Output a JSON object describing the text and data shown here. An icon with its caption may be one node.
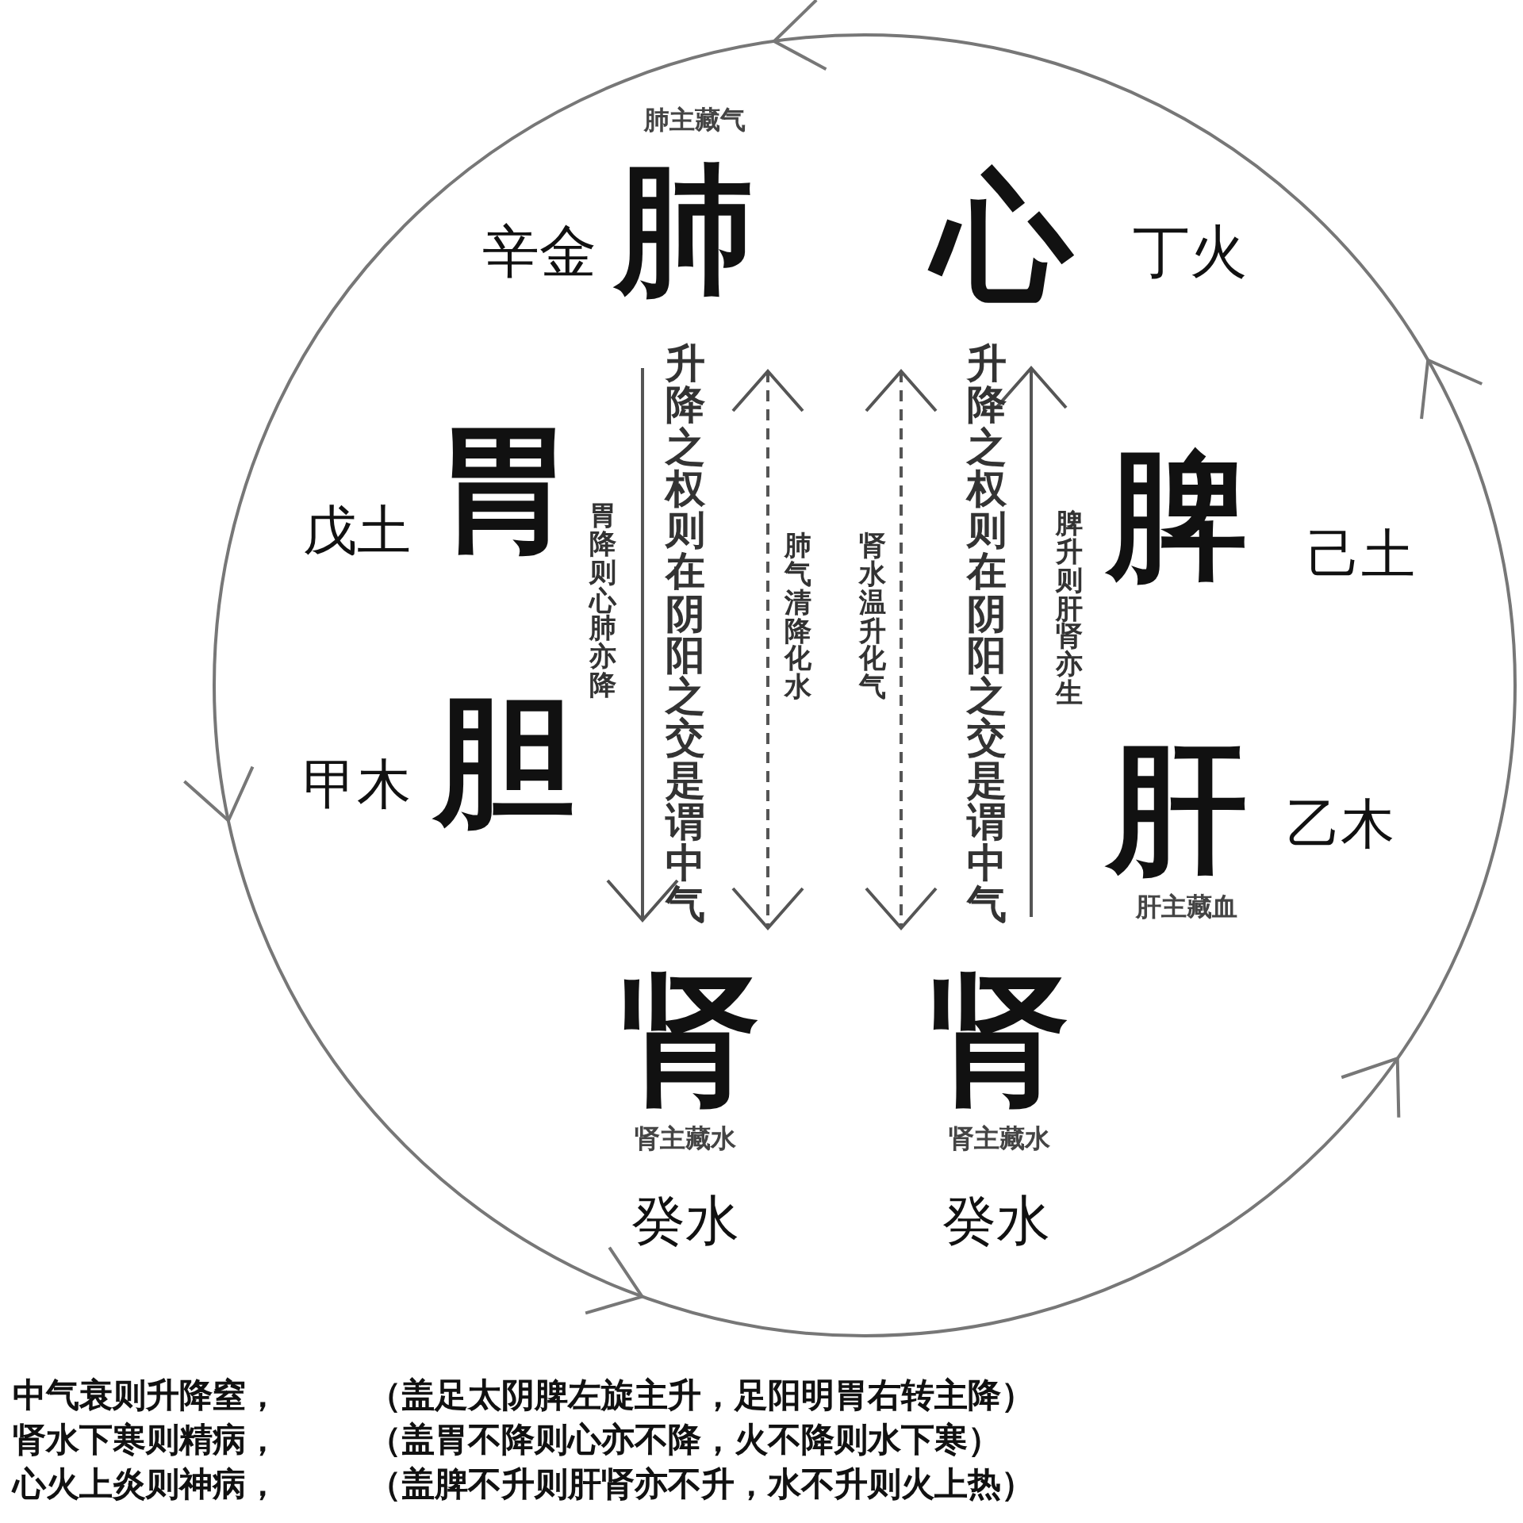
{
  "diagram": {
    "nodes": [
      {
        "text": [
          "肺"
        ],
        "beside": [
          "肺主藏气",
          "辛金"
        ]
      },
      {
        "text": [
          "心"
        ],
        "beside": [
          "丁火"
        ]
      },
      {
        "text": [
          "胃"
        ],
        "beside": [
          "戊土"
        ]
      },
      {
        "text": [
          "脾"
        ],
        "beside": [
          "己土"
        ]
      },
      {
        "text": [
          "胆"
        ],
        "beside": [
          "甲木"
        ]
      },
      {
        "text": [
          "肝"
        ],
        "beside": [
          "乙木",
          "肝主藏血"
        ]
      },
      {
        "text": [
          "肾"
        ],
        "beside": [
          "肾主藏水",
          "癸水"
        ]
      },
      {
        "text": [
          "肾"
        ],
        "beside": [
          "肾主藏水",
          "癸水"
        ]
      }
    ],
    "labels": [
      "胃降则心肺亦降",
      "升降之权则在阴阳之交是谓中气",
      "肺气清降化水",
      "肾水温升化气",
      "升降之权则在阴阳之交是谓中气",
      "脾升则肝肾亦生",
      "中气衰则升降窒，",
      "（盖足太阴脾左旋主升，足阳明胃右转主降）",
      "肾水下寒则精病，",
      "（盖胃不降则心亦不降，火不降则水下寒）",
      "心火上炎则神病，",
      "（盖脾不升则肝肾亦不升，水不升则火上热）"
    ]
  }
}
